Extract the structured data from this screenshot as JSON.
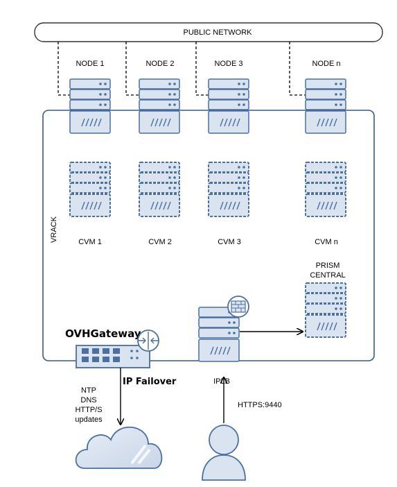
{
  "network": {
    "label": "PUBLIC NETWORK"
  },
  "vrack": {
    "label": "VRACK"
  },
  "nodes": [
    {
      "label": "NODE 1",
      "cvm": "CVM 1"
    },
    {
      "label": "NODE 2",
      "cvm": "CVM 2"
    },
    {
      "label": "NODE 3",
      "cvm": "CVM 3"
    },
    {
      "label": "NODE n",
      "cvm": "CVM n"
    }
  ],
  "prism": {
    "line1": "PRISM",
    "line2": "CENTRAL"
  },
  "gateway": {
    "label": "OVHGateway",
    "failover": "IP Failover"
  },
  "services": [
    "NTP",
    "DNS",
    "HTTP/S",
    "updates"
  ],
  "iplb": {
    "label": "IPLB"
  },
  "https": {
    "label": "HTTPS:9440"
  },
  "colors": {
    "server_fill": "#dae3f0",
    "server_stroke": "#4a6fa0",
    "vrack_stroke": "#2e5b8c"
  },
  "icons": [
    "server-icon",
    "firewall-icon",
    "router-icon",
    "switch-icon",
    "cloud-icon",
    "user-icon"
  ]
}
